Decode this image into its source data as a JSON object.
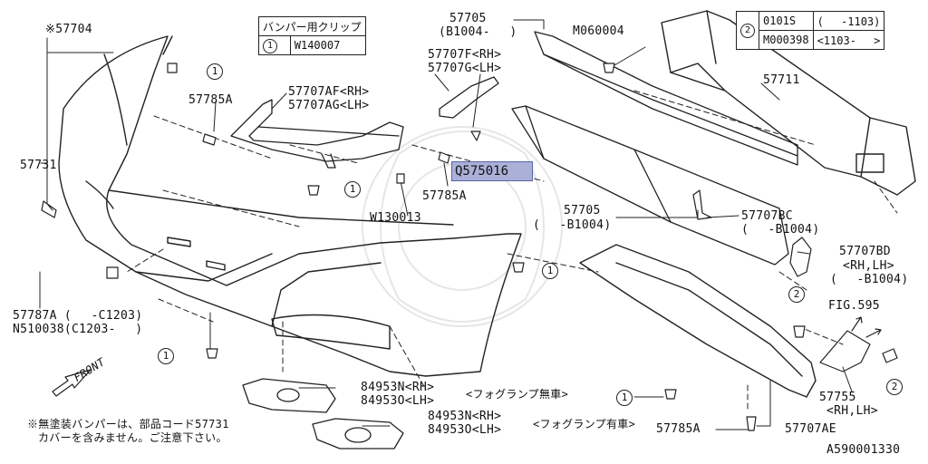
{
  "table_clip": {
    "header": "バンパー用クリップ",
    "ref": "1",
    "part": "W140007"
  },
  "table_bolt": {
    "ref": "2",
    "rows": [
      {
        "part": "0101S",
        "range": "(　 -1103)"
      },
      {
        "part": "M000398",
        "range": "<1103-　 >"
      }
    ]
  },
  "highlight": "Q575016",
  "labels": {
    "p57704": "※57704",
    "p57731": "57731",
    "p57785a_top": "57785A",
    "p57707af": "57707AF<RH>",
    "p57707ag": "57707AG<LH>",
    "p57705_top": "57705",
    "p57705_top_range": "(B1004-　 )",
    "p57707f": "57707F<RH>",
    "p57707g": "57707G<LH>",
    "pm060004": "M060004",
    "p57711": "57711",
    "p57785a_mid": "57785A",
    "pw130013": "W130013",
    "p57705_mid": "57705",
    "p57705_mid_range": "(　 -B1004)",
    "p57707bc": "57707BC",
    "p57707bc_range": "(　 -B1004)",
    "p57707bd": "57707BD",
    "p57707bd_side": "<RH,LH>",
    "p57707bd_range": "(　 -B1004)",
    "p57787a": "57787A (　 -C1203)",
    "pn510038": "N510038(C1203-　 )",
    "fig595": "FIG.595",
    "p57755": "57755",
    "p57755_side": "<RH,LH>",
    "p84953n_1": "84953N<RH>",
    "p84953o_1": "84953O<LH>",
    "fog_without": "<フォグランプ無車>",
    "p84953n_2": "84953N<RH>",
    "p84953o_2": "84953O<LH>",
    "fog_with": "<フォグランプ有車>",
    "p57785a_bot": "57785A",
    "p57707ae": "57707AE",
    "front": "FRONT",
    "note_line1": "※無塗装バンパーは、部品コード57731",
    "note_line2": "カバーを含みません。ご注意下さい。",
    "figure_code": "A590001330"
  },
  "refs": {
    "one": "1",
    "two": "2"
  }
}
